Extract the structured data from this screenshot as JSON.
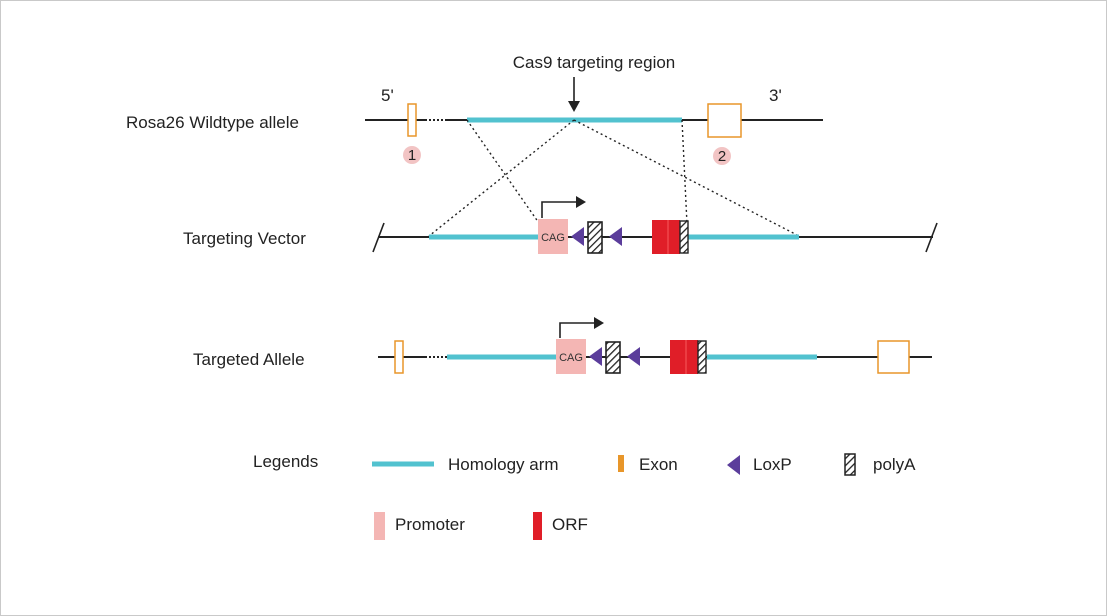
{
  "colors": {
    "homology_arm": "#52c2cf",
    "exon": "#e8962a",
    "loxp": "#5b3d9b",
    "promoter": "#f4b6b4",
    "orf": "#e01e28",
    "line": "#222222",
    "circle": "#f2c4c4"
  },
  "annotations": {
    "cas9": "Cas9 targeting region",
    "five_prime": "5'",
    "three_prime": "3'",
    "exon1": "1",
    "exon2": "2"
  },
  "rows": {
    "wildtype": "Rosa26 Wildtype allele",
    "vector": "Targeting Vector",
    "targeted": "Targeted  Allele"
  },
  "cag": {
    "vector": "CAG",
    "targeted": "CAG"
  },
  "legend": {
    "title": "Legends",
    "homology_arm": "Homology arm",
    "exon": "Exon",
    "loxp": "LoxP",
    "polya": "polyA",
    "promoter": "Promoter",
    "orf": "ORF"
  }
}
